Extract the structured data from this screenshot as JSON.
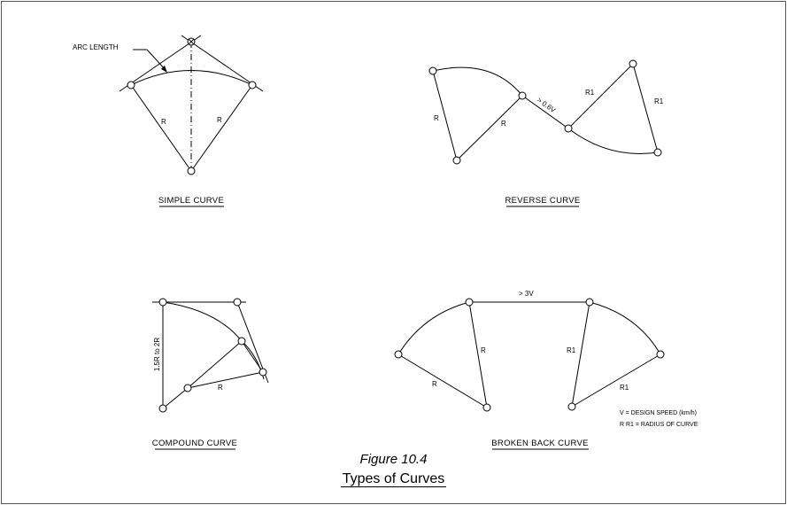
{
  "figure": {
    "number": "Figure 10.4",
    "title": "Types of Curves"
  },
  "simple_curve": {
    "title": "SIMPLE CURVE",
    "arc_length_label": "ARC LENGTH",
    "radius_label_left": "R",
    "radius_label_right": "R"
  },
  "reverse_curve": {
    "title": "REVERSE CURVE",
    "tangent_label": "> 0.6V",
    "radius_label_1": "R",
    "radius_label_2": "R",
    "radius_label_3": "R1",
    "radius_label_4": "R1"
  },
  "compound_curve": {
    "title": "COMPOUND CURVE",
    "offset_label": "1.5R to 2R",
    "radius_label": "R"
  },
  "broken_back_curve": {
    "title": "BROKEN BACK CURVE",
    "tangent_label": "> 3V",
    "radius_label_1": "R",
    "radius_label_2": "R",
    "radius_label_3": "R1",
    "radius_label_4": "R1"
  },
  "legend": {
    "line_1": "V  =  DESIGN SPEED (km/h)",
    "line_2": "R  R1  =  RADIUS OF CURVE"
  }
}
